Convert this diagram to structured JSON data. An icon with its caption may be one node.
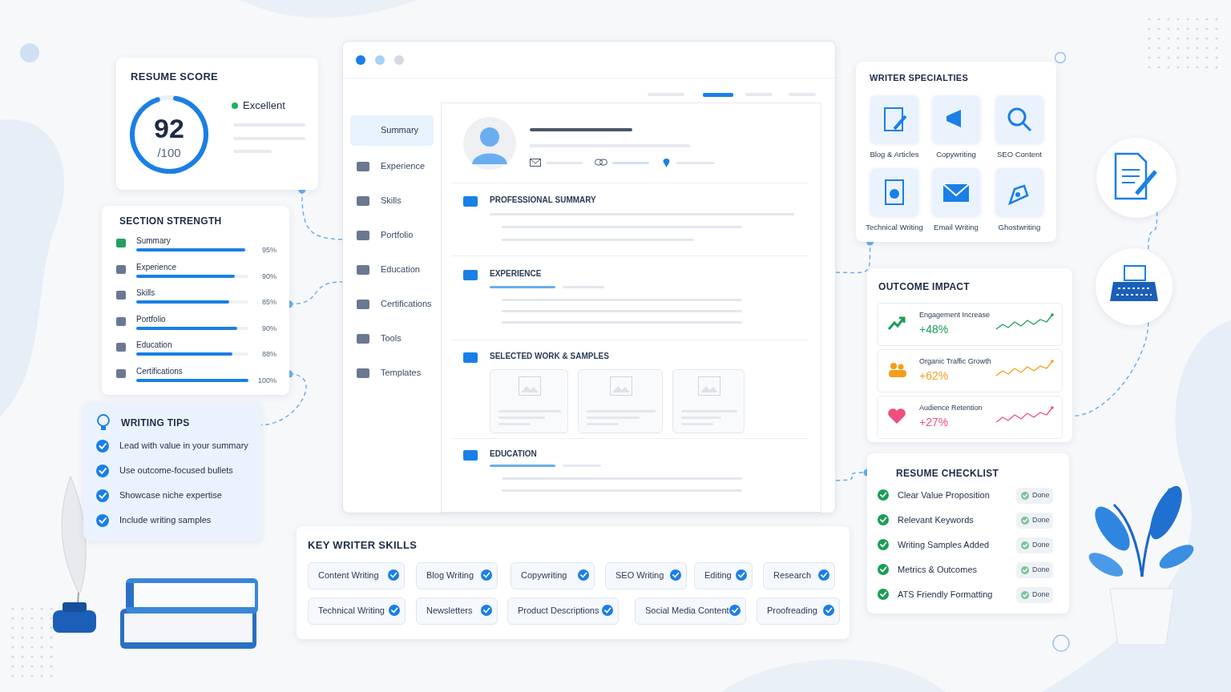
{
  "diagram": {
    "nodes": [
      {
        "text": [
          "RESUME SCORE",
          "92",
          "/100",
          "Excellent"
        ]
      },
      {
        "text": [
          "SECTION STRENGTH",
          "Summary",
          "95%",
          "Experience",
          "90%",
          "Skills",
          "85%",
          "Portfolio",
          "90%",
          "Education",
          "88%",
          "Certifications",
          "100%"
        ]
      },
      {
        "text": [
          "WRITING TIPS",
          "Lead with value in your summary",
          "Use outcome-focused bullets",
          "Showcase niche expertise",
          "Include writing samples"
        ]
      },
      {
        "text": [
          "Experience",
          "Skills",
          "Portfolio",
          "Education",
          "Certifications",
          "Tools",
          "Templates",
          "PROFESSIONAL SUMMARY",
          "EXPERIENCE",
          "SELECTED WORK & SAMPLES",
          "EDUCATION"
        ]
      },
      {
        "text": [
          "Summary"
        ],
        "in": 3
      },
      {
        "text": [],
        "shape": "box",
        "in": 3
      },
      {
        "text": [],
        "shape": "box",
        "in": 3
      },
      {
        "text": [],
        "shape": "box",
        "in": 3
      },
      {
        "text": [
          "KEY WRITER SKILLS"
        ]
      },
      {
        "text": [
          "Content Writing"
        ],
        "in": 8
      },
      {
        "text": [
          "Blog Writing"
        ],
        "in": 8
      },
      {
        "text": [
          "Copywriting"
        ],
        "in": 8
      },
      {
        "text": [
          "SEO Writing"
        ],
        "in": 8
      },
      {
        "text": [
          "Editing"
        ],
        "in": 8
      },
      {
        "text": [
          "Research"
        ],
        "in": 8
      },
      {
        "text": [
          "Technical Writing"
        ],
        "in": 8
      },
      {
        "text": [
          "Newsletters"
        ],
        "in": 8
      },
      {
        "text": [
          "Product Descriptions"
        ],
        "in": 8
      },
      {
        "text": [
          "Social Media Content"
        ],
        "in": 8
      },
      {
        "text": [
          "Proofreading"
        ],
        "in": 8
      },
      {
        "text": [
          "WRITER SPECIALTIES"
        ]
      },
      {
        "text": [
          "Blog & Articles"
        ],
        "in": 20
      },
      {
        "text": [
          "Copywriting"
        ],
        "in": 20
      },
      {
        "text": [
          "SEO Content"
        ],
        "in": 20
      },
      {
        "text": [
          "Technical Writing"
        ],
        "in": 20
      },
      {
        "text": [
          "Email Writing"
        ],
        "in": 20
      },
      {
        "text": [
          "Ghostwriting"
        ],
        "in": 20
      },
      {
        "text": [
          "OUTCOME IMPACT"
        ]
      },
      {
        "text": [
          "Engagement Increase",
          "+48%"
        ],
        "in": 27
      },
      {
        "text": [
          "Organic Traffic Growth",
          "+62%"
        ],
        "in": 27
      },
      {
        "text": [
          "Audience Retention",
          "+27%"
        ],
        "in": 27
      },
      {
        "text": [
          "RESUME CHECKLIST",
          "Clear Value Proposition",
          "Relevant Keywords",
          "Writing Samples Added",
          "Metrics & Outcomes",
          "ATS Friendly Formatting"
        ]
      },
      {
        "text": [
          "Done"
        ],
        "in": 31
      },
      {
        "text": [
          "Done"
        ],
        "in": 31
      },
      {
        "text": [
          "Done"
        ],
        "in": 31
      },
      {
        "text": [
          "Done"
        ],
        "in": 31
      },
      {
        "text": [
          "Done"
        ],
        "in": 31
      },
      {
        "text": [],
        "shape": "circle"
      },
      {
        "text": [],
        "shape": "circle"
      }
    ],
    "edges": [
      {
        "from": 0,
        "to": 3,
        "arrow": "other",
        "style": "dashed"
      },
      {
        "from": 1,
        "to": 3,
        "arrow": "other",
        "style": "dashed"
      },
      {
        "from": 1,
        "to": 2,
        "arrow": "other",
        "style": "dashed"
      },
      {
        "from": 3,
        "to": 20,
        "arrow": "other",
        "style": "dashed"
      },
      {
        "from": 3,
        "to": 31,
        "arrow": "other",
        "style": "dashed"
      },
      {
        "from": 37,
        "to": 38,
        "arrow": "none",
        "style": "dashed"
      },
      {
        "from": 38,
        "to": 27,
        "arrow": "none",
        "style": "dashed"
      }
    ]
  }
}
